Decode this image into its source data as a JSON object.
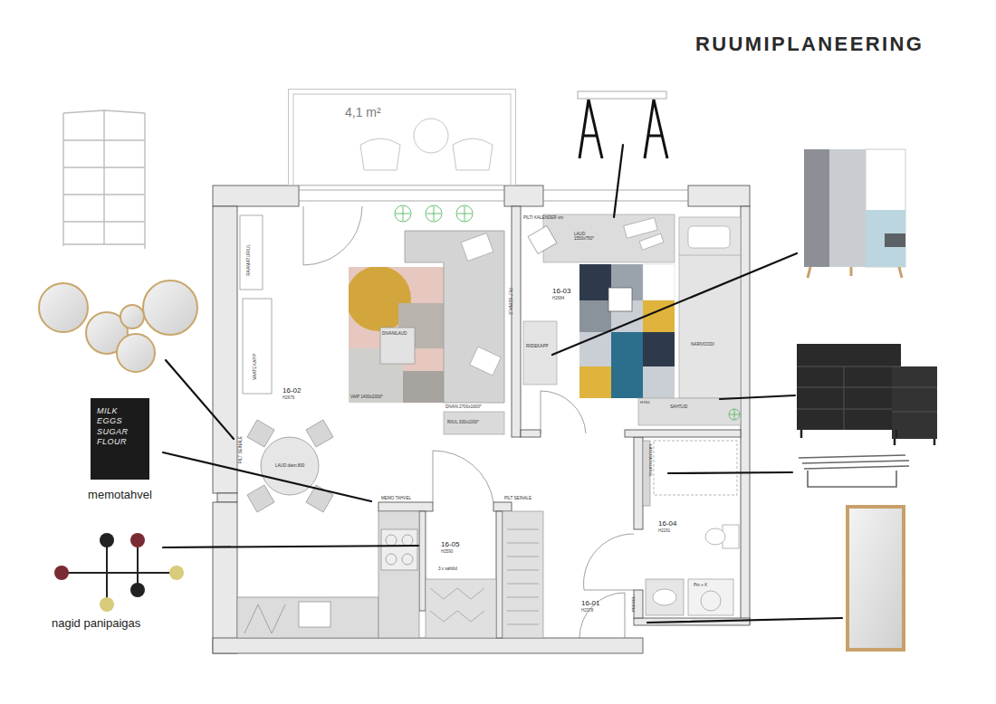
{
  "diagram": {
    "title": "RUUMIPLANEERING",
    "nodes": [
      {
        "text": [
          "4,1 m²"
        ]
      },
      {
        "text": [
          "16-02",
          "H2679"
        ]
      },
      {
        "text": [
          "16-03",
          "H2684"
        ]
      },
      {
        "text": [
          "16-04",
          "H2291"
        ]
      },
      {
        "text": [
          "16-05",
          "H2590"
        ]
      },
      {
        "text": [
          "16-01",
          "H2378"
        ]
      },
      {
        "text": [
          "MILK EGGS SUGAR FLOUR",
          "memotahvel"
        ]
      }
    ],
    "labels": [
      "nagid panipaigas",
      "RAAMATURIUL",
      "VAATEKAPP",
      "DIVANILAUD",
      "VAIP 1400x2000*",
      "DIVAN 2700x1600*",
      "RIIUL 300x1000*",
      "PILT SEINALE",
      "PILTI KALENDER vm",
      "LAUD 1550x750*",
      "RIIDEKAPP",
      "NARIVOODI",
      "SAHTLID",
      "LAUD diam.800",
      "MEMO TAHVEL",
      "PILT SEINALE",
      "KÄTERÄTIKURIUL",
      "3 x sahtlid",
      "Pm + K",
      "PEEGEL",
      "PILT SEINALE",
      "H760"
    ]
  }
}
